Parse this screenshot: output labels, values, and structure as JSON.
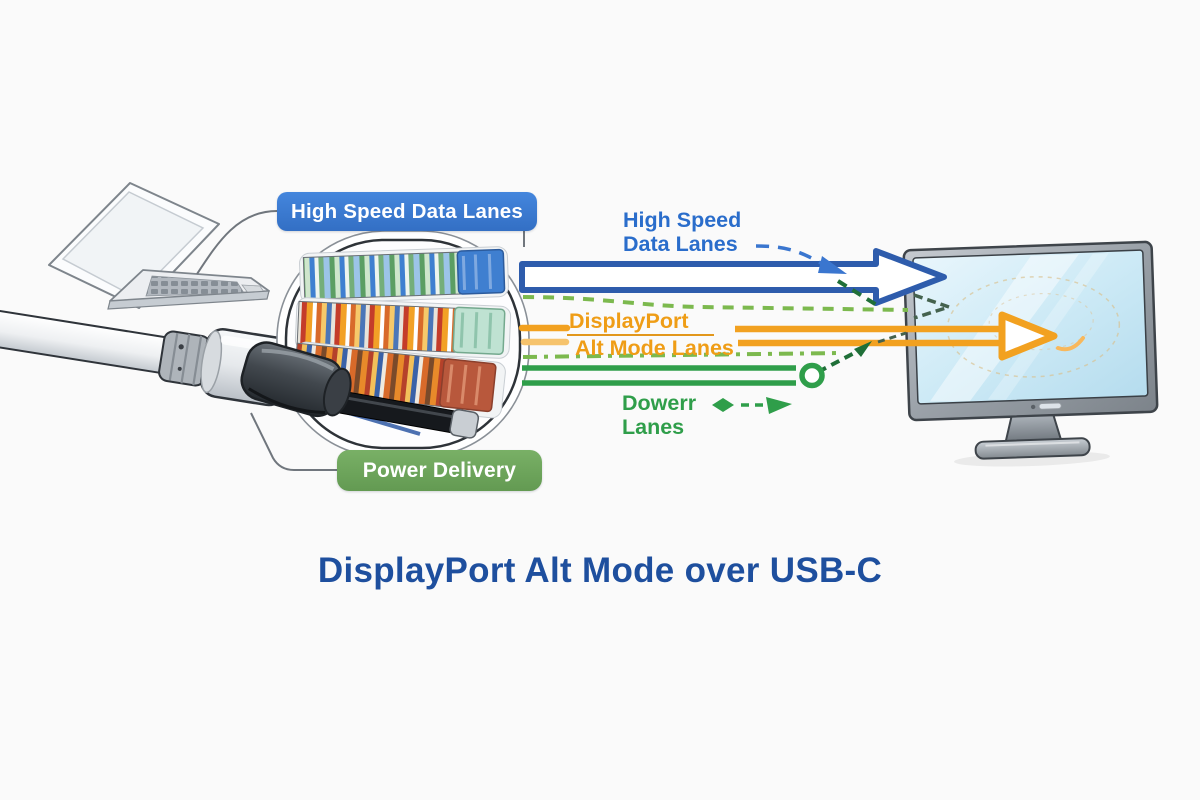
{
  "title": "DisplayPort Alt Mode over USB-C",
  "badges": {
    "high_speed_data_lanes": "High Speed Data Lanes",
    "power_delivery": "Power Delivery"
  },
  "lanes": [
    {
      "id": "high-speed-data",
      "label_line1": "High Speed",
      "label_line2": "Data Lanes",
      "color": "#2a6dcb",
      "arrow_style": "hollow-outlined-arrow"
    },
    {
      "id": "displayport-alt-mode",
      "label_line1": "DisplayPort",
      "label_line2": "Alt Mode Lanes",
      "color": "#ef9d16",
      "arrow_style": "double-line-arrow-into-monitor"
    },
    {
      "id": "power",
      "label_line1": "Dowerr",
      "label_line2": "Lanes",
      "color": "#2f9e4a",
      "arrow_style": "double-line-ring-terminal"
    }
  ],
  "devices": {
    "source": "laptop",
    "cable": "USB-C cable with magnified cross-section of wire bundles",
    "sink": "external monitor"
  },
  "colors": {
    "background": "#fafafa",
    "badge_blue": "#3a7cd3",
    "badge_green": "#6ca55b",
    "title_blue": "#1e4f9e",
    "arrow_blue": "#2e5cac",
    "arrow_orange": "#f2a120",
    "arrow_green": "#2f9e4a",
    "dashed_light_green": "#7cb94e",
    "dashed_dark_green": "#1f6f38"
  }
}
